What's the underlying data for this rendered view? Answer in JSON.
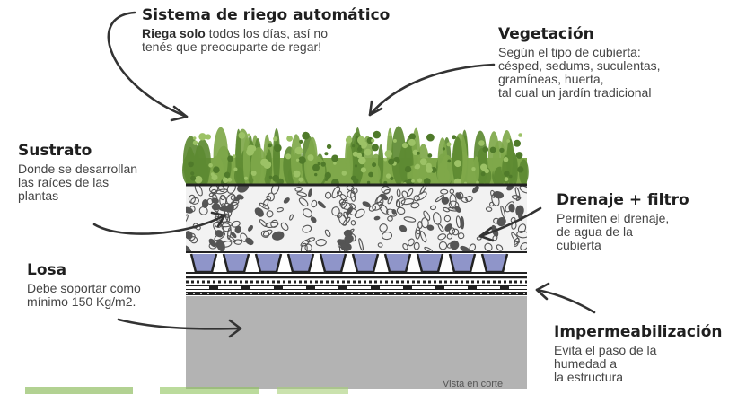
{
  "labels": {
    "riego": {
      "title": "Sistema de riego automático",
      "desc_bold": "Riega solo",
      "desc_rest": " todos los días, así no",
      "desc_line2": "tenés que preocuparte de regar!"
    },
    "vegetacion": {
      "title": "Vegetación",
      "lines": [
        "Según el tipo de cubierta:",
        "césped, sedums, suculentas,",
        "gramíneas, huerta,",
        "tal cual un jardín tradicional"
      ]
    },
    "sustrato": {
      "title": "Sustrato",
      "lines": [
        "Donde se desarrollan",
        "las raíces de las",
        "plantas"
      ]
    },
    "drenaje": {
      "title": "Drenaje + filtro",
      "lines": [
        "Permiten el drenaje,",
        "de agua de la",
        "cubierta"
      ]
    },
    "losa": {
      "title": "Losa",
      "lines": [
        "Debe soportar como",
        "mínimo 150 Kg/m2."
      ]
    },
    "impermeabilizacion": {
      "title": "Impermeabilización",
      "lines": [
        "Evita el paso de la",
        "humedad a",
        "la estructura"
      ]
    }
  },
  "caption": "Vista en corte",
  "colors": {
    "vegetation": "#7fa84a",
    "vegetation_dark": "#5d8a32",
    "substrate_fill": "#f2f2f2",
    "drainage_water": "#8f95c9",
    "slab": "#b3b3b3",
    "outline": "#222222"
  }
}
